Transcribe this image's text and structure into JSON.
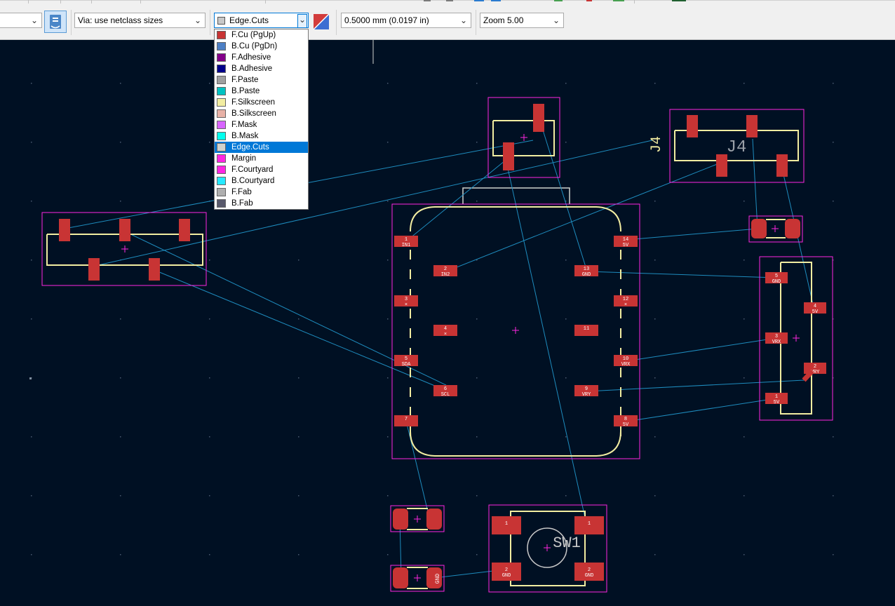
{
  "toolbar": {
    "via_size": "Via: use netclass sizes",
    "active_layer": "Edge.Cuts",
    "active_layer_color": "#c8c8c8",
    "grid": "0.5000 mm (0.0197 in)",
    "zoom": "Zoom 5.00"
  },
  "layer_dropdown": {
    "items": [
      {
        "label": "F.Cu (PgUp)",
        "color": "#c83434"
      },
      {
        "label": "B.Cu (PgDn)",
        "color": "#4d7fc4"
      },
      {
        "label": "F.Adhesive",
        "color": "#84008a"
      },
      {
        "label": "B.Adhesive",
        "color": "#00008a"
      },
      {
        "label": "F.Paste",
        "color": "#a0a0a0"
      },
      {
        "label": "B.Paste",
        "color": "#00c2c2"
      },
      {
        "label": "F.Silkscreen",
        "color": "#f2eda1"
      },
      {
        "label": "B.Silkscreen",
        "color": "#e8b2a7"
      },
      {
        "label": "F.Mask",
        "color": "#d864ff"
      },
      {
        "label": "B.Mask",
        "color": "#02ffee"
      },
      {
        "label": "Edge.Cuts",
        "color": "#d0d2cd",
        "selected": true
      },
      {
        "label": "Margin",
        "color": "#ff26e2"
      },
      {
        "label": "F.Courtyard",
        "color": "#ff26e2"
      },
      {
        "label": "B.Courtyard",
        "color": "#26e9ff"
      },
      {
        "label": "F.Fab",
        "color": "#afafaf"
      },
      {
        "label": "B.Fab",
        "color": "#58596b"
      }
    ]
  },
  "board": {
    "colors": {
      "background": "#001023",
      "pad": "#c83434",
      "silk": "#f2eda1",
      "courtyard": "#ff26e2",
      "ratsnest": "#1e8cbe",
      "edge": "#d0d2cd",
      "anchor": "#ff26e2"
    },
    "ref_j4": "J4",
    "ref_j4_fab": "J4",
    "ref_sw1": "SW1",
    "sw1_pad_nums": [
      "1",
      "1",
      "2",
      "2"
    ],
    "sw1_pad_nets": [
      "GND",
      "GND"
    ],
    "u_pads_left": [
      {
        "num": "1",
        "net": "IN1"
      },
      {
        "num": "3",
        "net": "×"
      },
      {
        "num": "5",
        "net": "SDA"
      },
      {
        "num": "7",
        "net": ""
      }
    ],
    "u_pads_inner_left": [
      {
        "num": "2",
        "net": "IN2"
      },
      {
        "num": "4",
        "net": "×"
      },
      {
        "num": "6",
        "net": "SCL"
      }
    ],
    "u_pads_inner_right": [
      {
        "num": "13",
        "net": "GND"
      },
      {
        "num": "11",
        "net": ""
      },
      {
        "num": "9",
        "net": "VRY"
      }
    ],
    "u_pads_right": [
      {
        "num": "14",
        "net": "5V"
      },
      {
        "num": "12",
        "net": "×"
      },
      {
        "num": "10",
        "net": "VRX"
      },
      {
        "num": "8",
        "net": "5V"
      }
    ],
    "j_right_pads": [
      {
        "num": "5",
        "net": "GND"
      },
      {
        "num": "4",
        "net": "5V"
      },
      {
        "num": "3",
        "net": "VRX"
      },
      {
        "num": "2",
        "net": "VRY"
      },
      {
        "num": "1",
        "net": "5V"
      }
    ],
    "small_pad_gnd": "GND"
  }
}
